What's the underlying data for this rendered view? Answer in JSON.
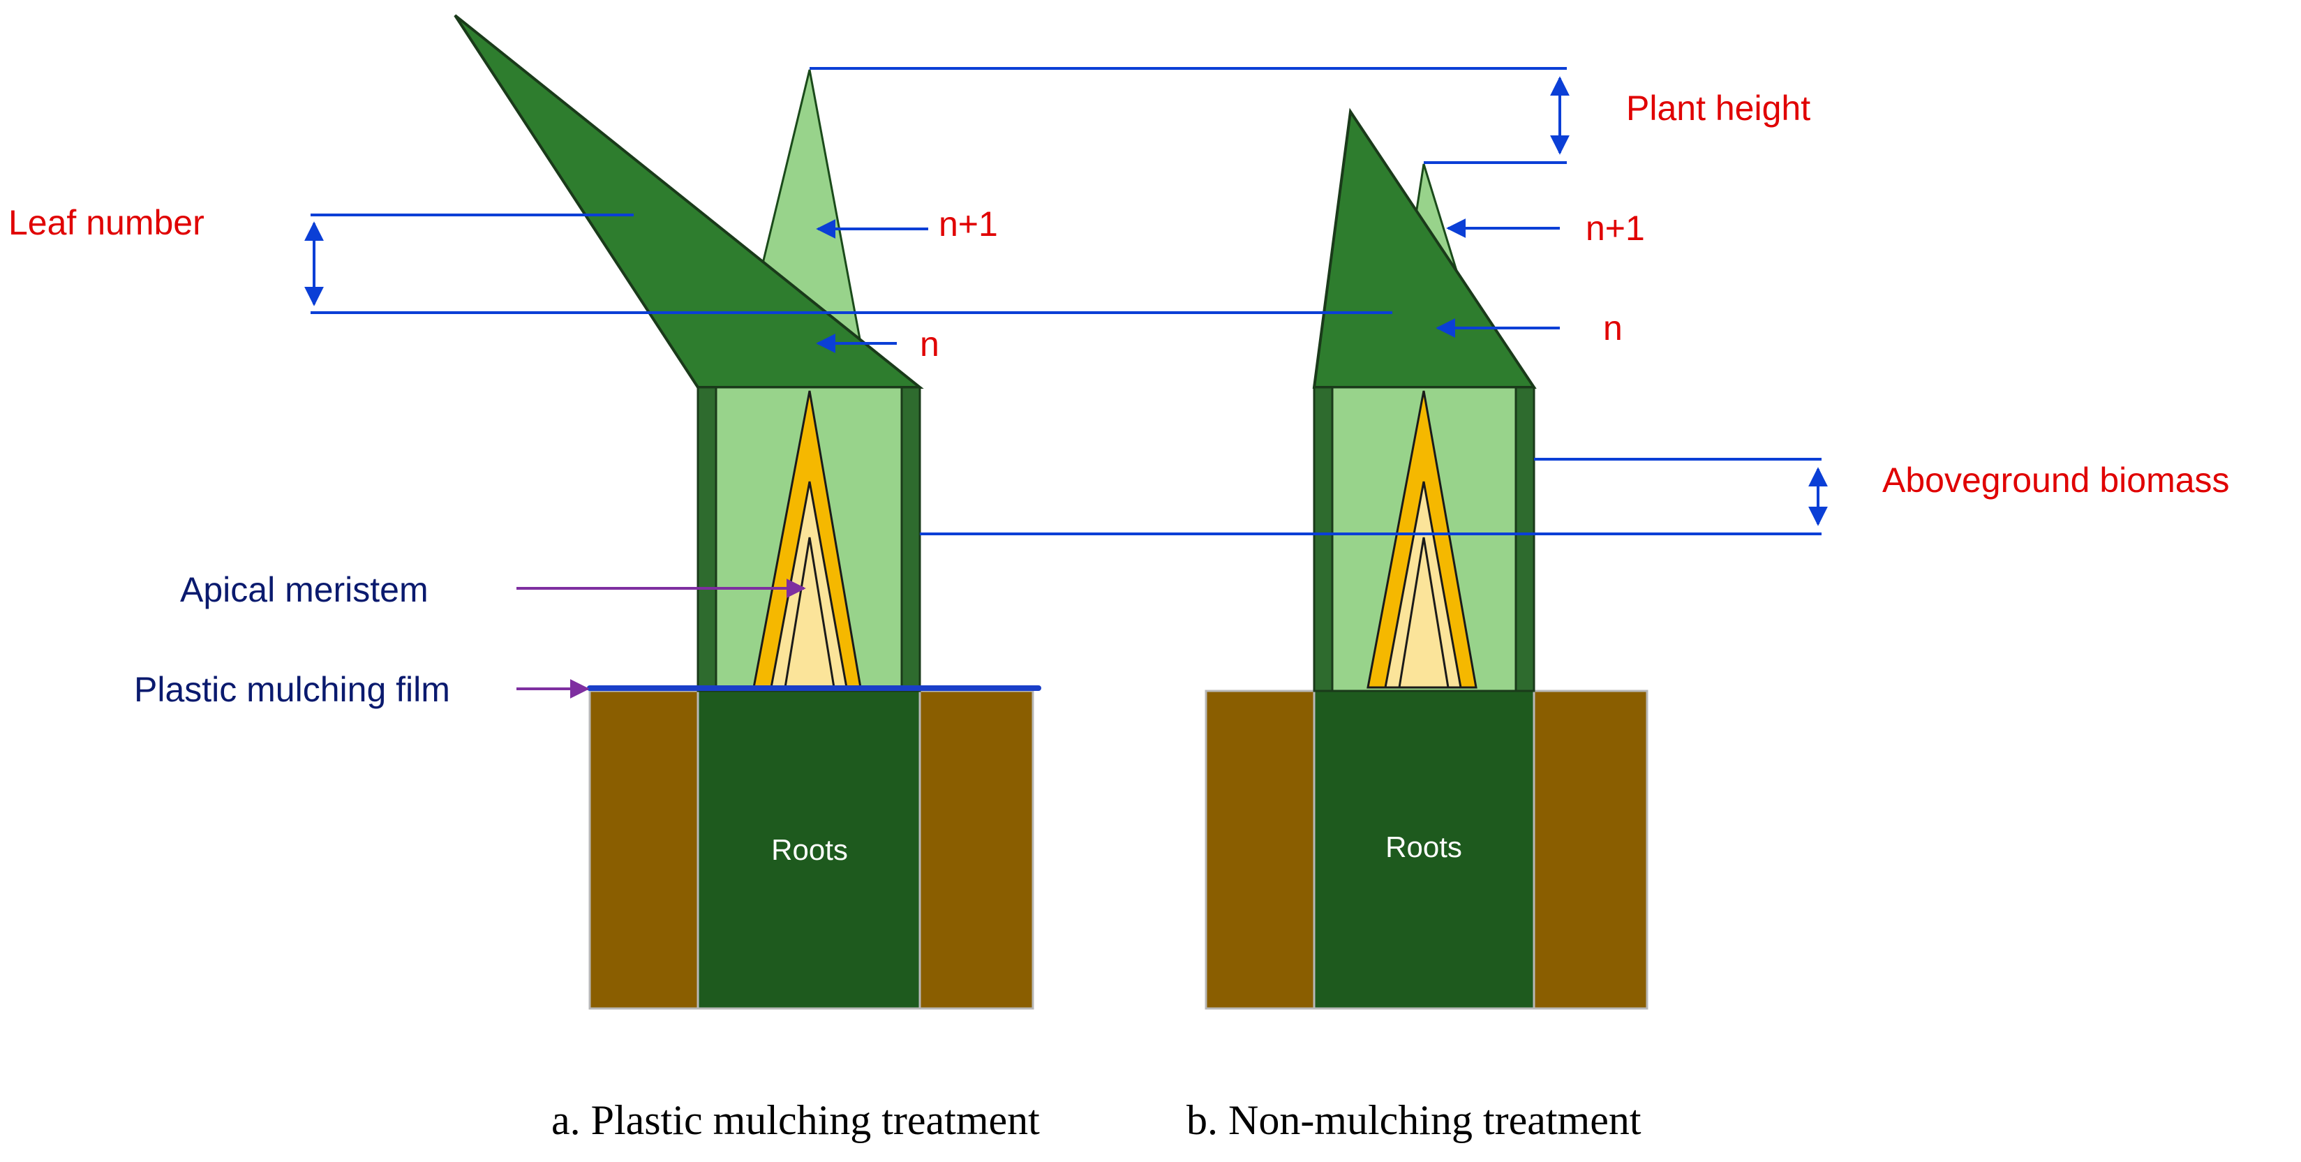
{
  "colors": {
    "leaf_dark": "#2E7D2E",
    "leaf_light": "#98D38B",
    "stem_dark": "#2E6B2E",
    "meristem_outer": "#F5B800",
    "meristem_inner": "#FBE49A",
    "soil": "#8A5E00",
    "roots": "#1E5A1E",
    "annotation_blue": "#0B3FD6",
    "label_red": "#E00000",
    "label_navy": "#0A1A6E",
    "arrow_purple": "#7E2FA0",
    "film_blue": "#1A3FC8"
  },
  "labels": {
    "leaf_number": "Leaf number",
    "plant_height": "Plant height",
    "aboveground_biomass": "Aboveground biomass",
    "apical_meristem": "Apical meristem",
    "plastic_mulching_film": "Plastic mulching film",
    "n_plus_1_a": "n+1",
    "n_a": "n",
    "n_plus_1_b": "n+1",
    "n_b": "n",
    "roots_a": "Roots",
    "roots_b": "Roots"
  },
  "captions": {
    "a": "a. Plastic mulching treatment",
    "b": "b. Non-mulching treatment"
  }
}
